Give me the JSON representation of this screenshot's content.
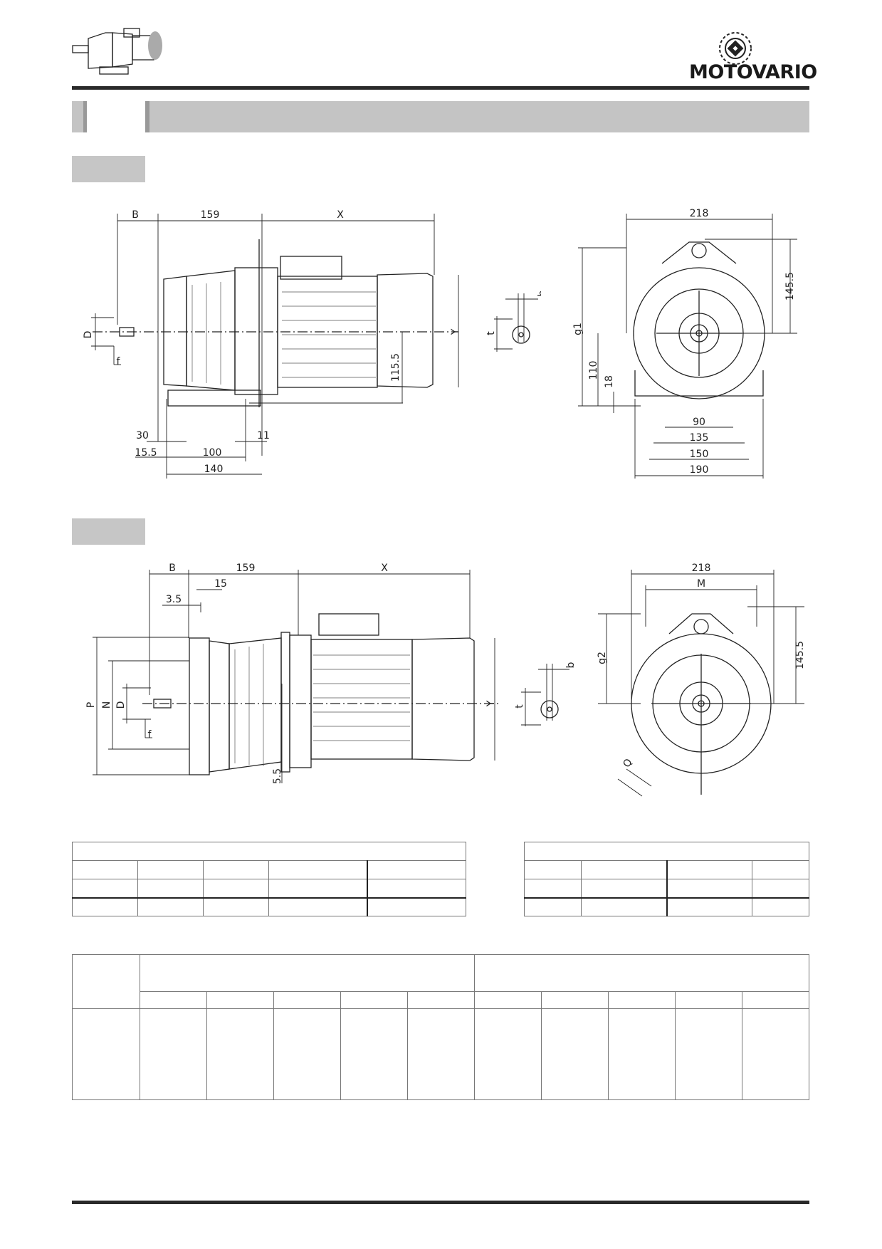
{
  "brand": {
    "name": "MOTOVARIO"
  },
  "section_tabs": [
    "",
    ""
  ],
  "view1": {
    "top_dims": {
      "b": "B",
      "len": "159",
      "x": "X"
    },
    "bottom_dims": [
      "30",
      "11",
      "15.5",
      "100",
      "140"
    ],
    "shaft_labels": {
      "d": "D",
      "f": "f",
      "y": "Y",
      "h": "115.5"
    },
    "key_labels": {
      "t": "t",
      "b": "b"
    },
    "end_dims": {
      "width": "218",
      "h1": "145.5",
      "g": "g1",
      "h2": "110",
      "h3": "18",
      "w1": "90",
      "w2": "135",
      "w3": "150",
      "w4": "190"
    }
  },
  "view2": {
    "top_dims": {
      "b": "B",
      "len": "159",
      "x": "X",
      "d15": "15",
      "d35": "3.5"
    },
    "side_labels": {
      "p": "P",
      "n": "N",
      "d": "D",
      "f": "f",
      "y": "Y",
      "h": "5.5"
    },
    "key_labels": {
      "t": "t",
      "b": "b"
    },
    "end_dims": {
      "width": "218",
      "m": "M",
      "g": "g2",
      "h1": "145.5",
      "q": "Q"
    }
  },
  "icons": [
    "gearmotor-thumbnail-icon",
    "motovario-logo-icon"
  ]
}
